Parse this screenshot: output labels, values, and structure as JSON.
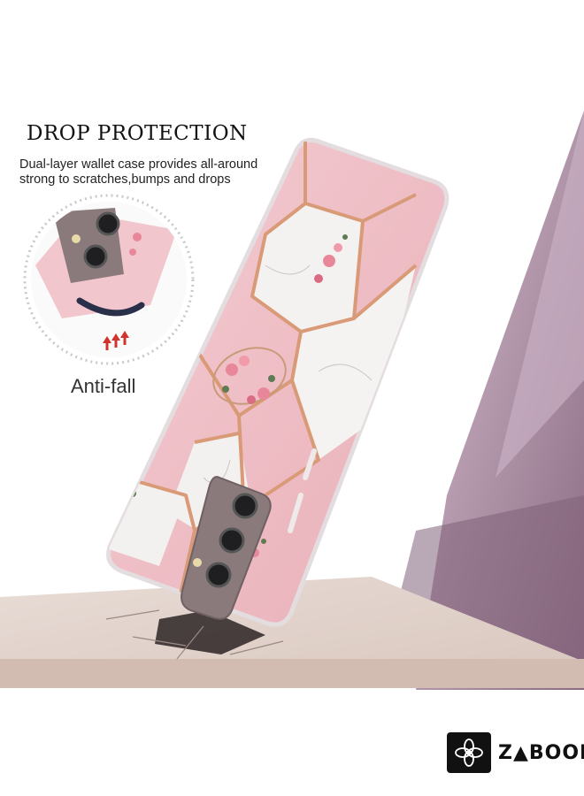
{
  "heading": "DROP PROTECTION",
  "description": "Dual-layer wallet case provides all-around strong to scratches,bumps and drops",
  "callout_label": "Anti-fall",
  "brand": {
    "logo_text": "Z▲BOON",
    "icon": "flower-logo-icon"
  },
  "colors": {
    "case_pink": "#f0c3c9",
    "marble_white": "#f4f2f0",
    "rose_gold": "#d99a78",
    "backdrop_purple": "#9c7a92",
    "pedestal": "#e2d3cc"
  }
}
